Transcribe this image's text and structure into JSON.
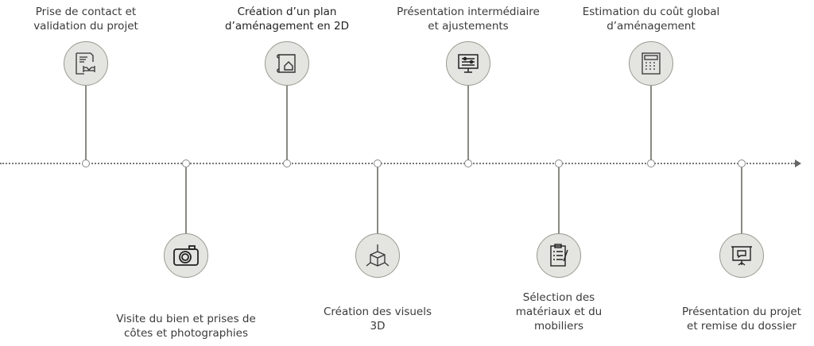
{
  "steps": [
    {
      "label": "Prise de contact et\nvalidation du projet",
      "icon": "contract-handshake-icon",
      "position": "top"
    },
    {
      "label": "Visite du bien et prises de\ncôtes et photographies",
      "icon": "camera-icon",
      "position": "bottom"
    },
    {
      "label": "Création d’un plan\nd’aménagement en 2D",
      "icon": "blueprint-icon",
      "position": "top"
    },
    {
      "label": "Création des visuels\n3D",
      "icon": "cube-3d-icon",
      "position": "bottom"
    },
    {
      "label": "Présentation intermédiaire\net ajustements",
      "icon": "monitor-sliders-icon",
      "position": "top"
    },
    {
      "label": "Sélection des\nmatériaux et du\nmobiliers",
      "icon": "clipboard-checklist-icon",
      "position": "bottom"
    },
    {
      "label": "Estimation du coût global\nd’aménagement",
      "icon": "calculator-icon",
      "position": "top"
    },
    {
      "label": "Présentation du projet\net remise du dossier",
      "icon": "presentation-board-icon",
      "position": "bottom"
    }
  ],
  "colors": {
    "circle_fill": "#e4e4e0",
    "line": "#8a8a82"
  }
}
